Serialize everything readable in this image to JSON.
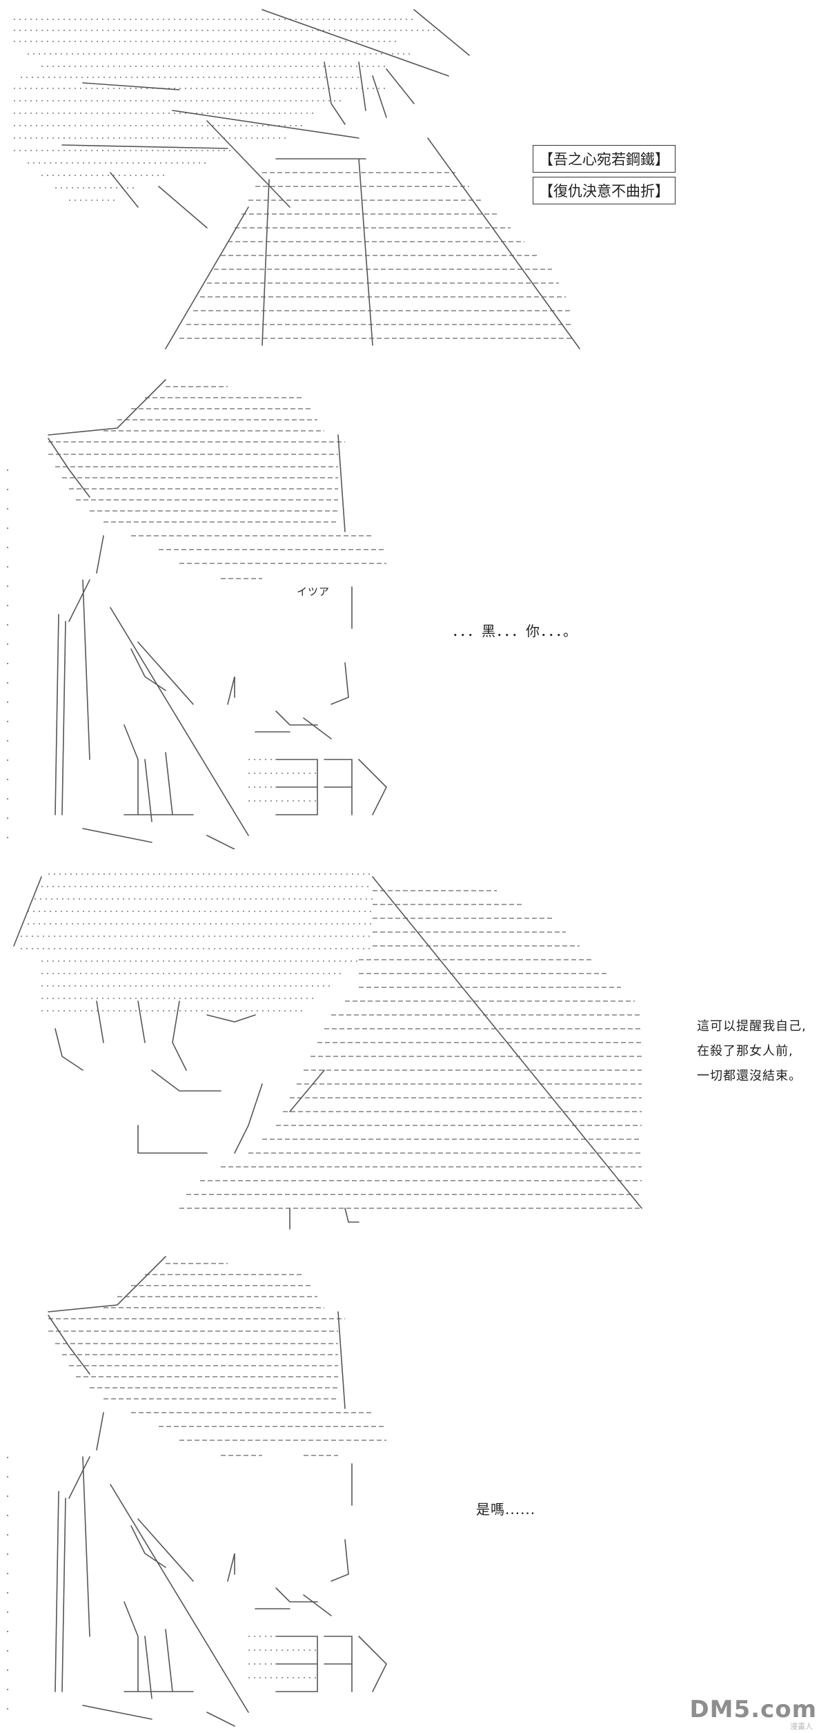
{
  "panel1": {
    "box_line1": "【吾之心宛若鋼鐵】",
    "box_line2": "【復仇決意不曲折】"
  },
  "panel2": {
    "dialogue": "．．．黑．．．你．．．。",
    "sfx": "イツア"
  },
  "panel3": {
    "thought_line1": "這可以提醒我自己,",
    "thought_line2": "在殺了那女人前,",
    "thought_line3": "一切都還沒結束。"
  },
  "panel4": {
    "dialogue": "是嗎......"
  },
  "watermark": {
    "logo": "DM5.com",
    "sub": "漫畫人"
  }
}
